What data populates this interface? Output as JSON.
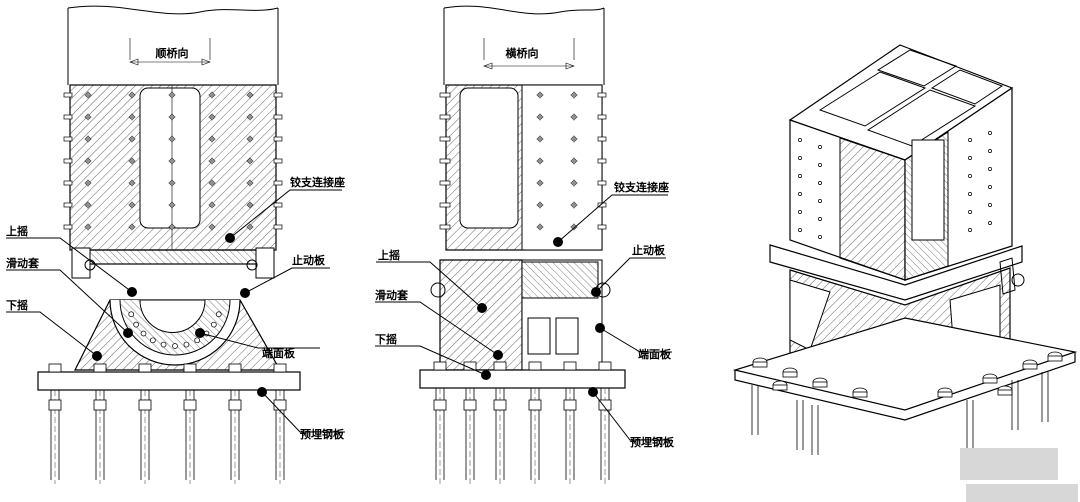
{
  "views": {
    "longitudinal": {
      "direction_label": "顺桥向",
      "labels": {
        "hinge_seat": "铰支连接座",
        "upper_rocker": "上摇",
        "sliding_sleeve": "滑动套",
        "lower_rocker": "下摇",
        "stop_plate": "止动板",
        "end_plate": "端面板",
        "embedded_plate": "预埋钢板"
      }
    },
    "transverse": {
      "direction_label": "横桥向",
      "labels": {
        "hinge_seat": "铰支连接座",
        "upper_rocker": "上摇",
        "sliding_sleeve": "滑动套",
        "lower_rocker": "下摇",
        "stop_plate": "止动板",
        "end_plate": "端面板",
        "embedded_plate": "预埋钢板"
      }
    }
  },
  "colors": {
    "line": "#000000",
    "mask": "#d7d7d7",
    "background": "#ffffff"
  }
}
